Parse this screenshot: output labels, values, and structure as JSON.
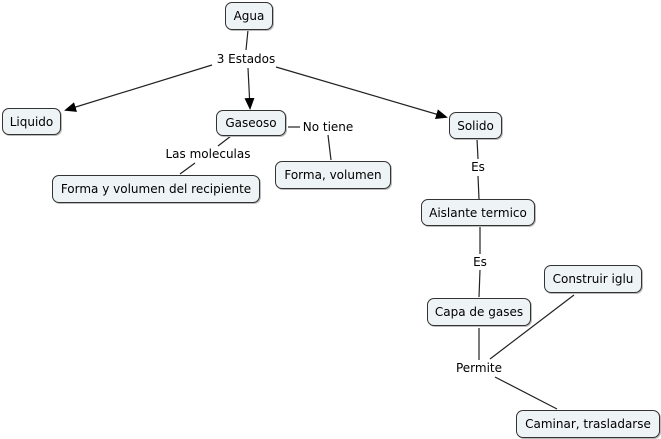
{
  "concepts": {
    "agua": "Agua",
    "liquido": "Liquido",
    "gaseoso": "Gaseoso",
    "solido": "Solido",
    "forma_volumen_recipiente": "Forma y volumen del recipiente",
    "forma_volumen": "Forma, volumen",
    "aislante": "Aislante termico",
    "capa": "Capa de gases",
    "construir": "Construir iglu",
    "caminar": "Caminar, trasladarse"
  },
  "linking_phrases": {
    "estados": "3 Estados",
    "no_tiene": "No tiene",
    "moleculas": "Las moleculas",
    "es1": "Es",
    "es2": "Es",
    "permite": "Permite"
  }
}
